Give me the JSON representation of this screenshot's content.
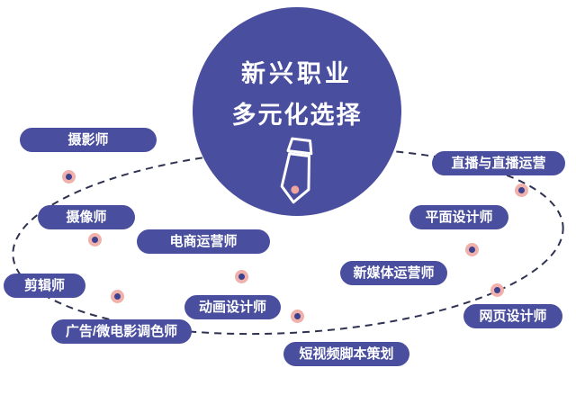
{
  "title": {
    "line1": "新兴职业",
    "line2": "多元化选择"
  },
  "careers": [
    {
      "label": "摄影师"
    },
    {
      "label": "摄像师"
    },
    {
      "label": "电商运营师"
    },
    {
      "label": "剪辑师"
    },
    {
      "label": "广告/微电影调色师"
    },
    {
      "label": "动画设计师"
    },
    {
      "label": "短视频脚本策划"
    },
    {
      "label": "直播与直播运营"
    },
    {
      "label": "平面设计师"
    },
    {
      "label": "新媒体运营师"
    },
    {
      "label": "网页设计师"
    }
  ],
  "icons": {
    "center": "tie-icon"
  },
  "colors": {
    "primary": "#4a4e9e",
    "dot_outer": "#f0b1ab",
    "dot_inner": "#3c4190",
    "dash_line": "#2e3150",
    "tie_dot": "#efa49e",
    "background": "#ffffff"
  }
}
